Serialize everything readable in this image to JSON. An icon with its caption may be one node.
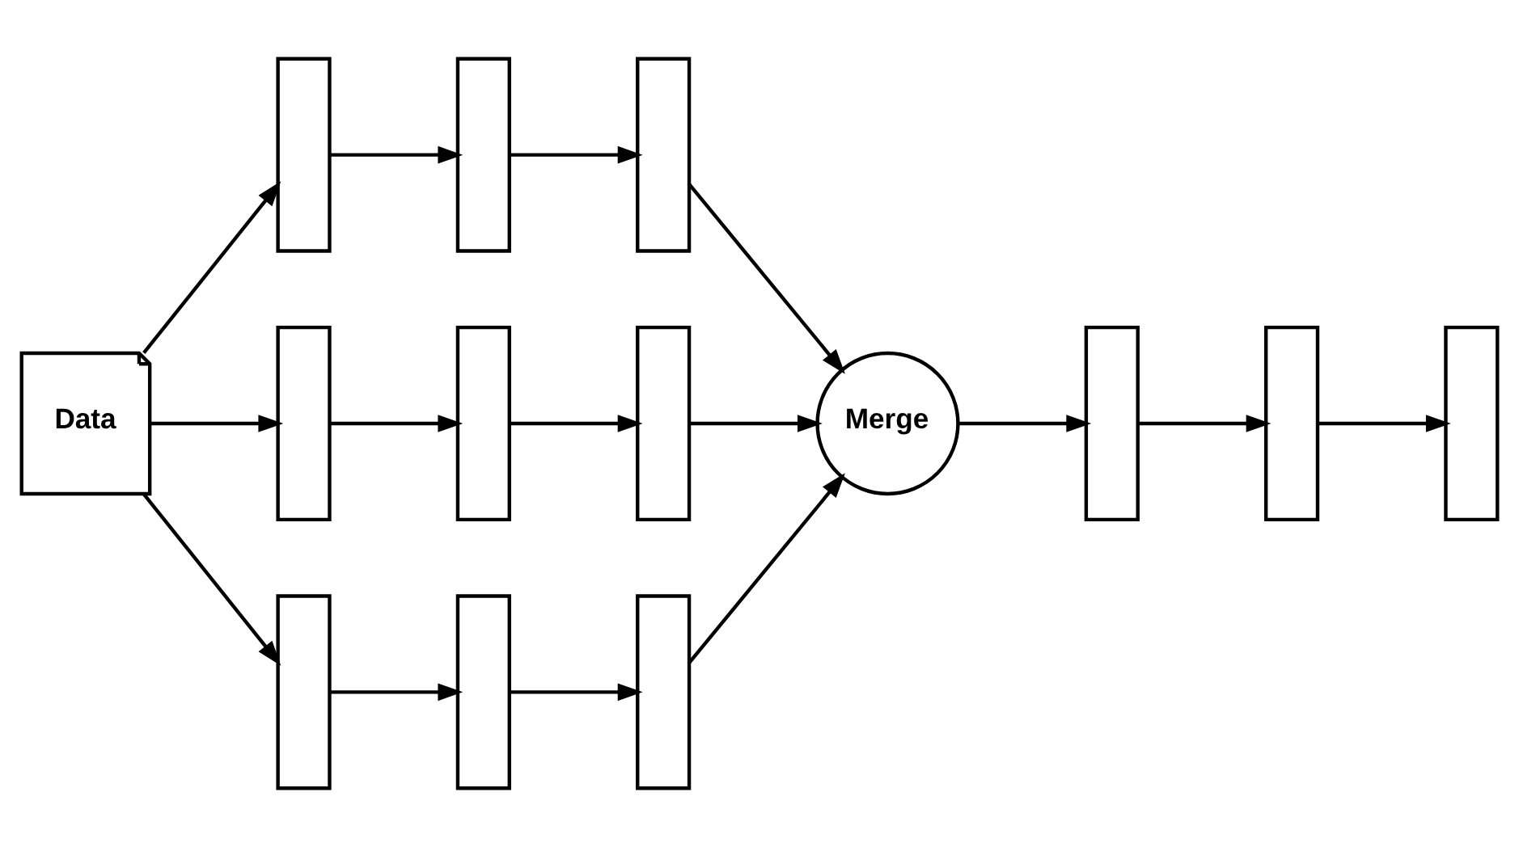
{
  "diagram": {
    "nodes": [
      {
        "text": [
          "Data"
        ]
      },
      {
        "text": [],
        "shape": "bar"
      },
      {
        "text": [],
        "shape": "bar"
      },
      {
        "text": [],
        "shape": "bar"
      },
      {
        "text": [],
        "shape": "bar"
      },
      {
        "text": [],
        "shape": "bar"
      },
      {
        "text": [],
        "shape": "bar"
      },
      {
        "text": [],
        "shape": "bar"
      },
      {
        "text": [],
        "shape": "bar"
      },
      {
        "text": [],
        "shape": "bar"
      },
      {
        "text": [
          "Merge"
        ]
      },
      {
        "text": [],
        "shape": "bar"
      },
      {
        "text": [],
        "shape": "bar"
      },
      {
        "text": [],
        "shape": "bar"
      }
    ],
    "edges": [
      {
        "from": 0,
        "to": 1,
        "arrow": "to"
      },
      {
        "from": 0,
        "to": 4,
        "arrow": "to"
      },
      {
        "from": 0,
        "to": 7,
        "arrow": "to"
      },
      {
        "from": 1,
        "to": 2,
        "arrow": "to"
      },
      {
        "from": 2,
        "to": 3,
        "arrow": "to"
      },
      {
        "from": 4,
        "to": 5,
        "arrow": "to"
      },
      {
        "from": 5,
        "to": 6,
        "arrow": "to"
      },
      {
        "from": 7,
        "to": 8,
        "arrow": "to"
      },
      {
        "from": 8,
        "to": 9,
        "arrow": "to"
      },
      {
        "from": 3,
        "to": 10,
        "arrow": "to"
      },
      {
        "from": 6,
        "to": 10,
        "arrow": "to"
      },
      {
        "from": 9,
        "to": 10,
        "arrow": "to"
      },
      {
        "from": 10,
        "to": 11,
        "arrow": "to"
      },
      {
        "from": 11,
        "to": 12,
        "arrow": "to"
      },
      {
        "from": 12,
        "to": 13,
        "arrow": "to"
      }
    ]
  }
}
